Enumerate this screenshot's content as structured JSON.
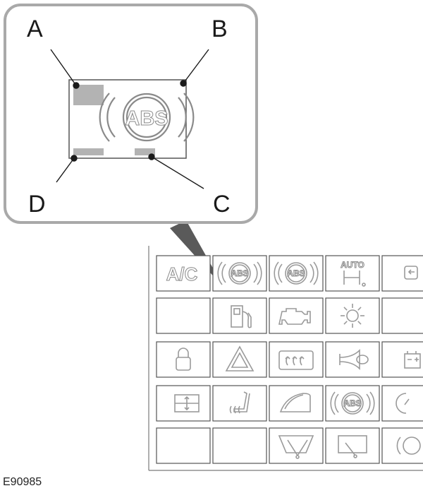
{
  "callouts": {
    "a": "A",
    "b": "B",
    "c": "C",
    "d": "D"
  },
  "labels": {
    "abs": "ABS",
    "ac": "A/C",
    "auto": "AUTO"
  },
  "figure_id": "E90985",
  "colors": {
    "panel_border": "#a9a9a9",
    "warning_lamp_segment": "#b3b3b3",
    "icon_stroke": "#9a9a9a",
    "leader_line": "#1a1a1a"
  },
  "icons": {
    "row1": [
      "ac-icon",
      "abs-icon",
      "abs-icon",
      "auto-4wd-icon",
      "door-ajar-icon"
    ],
    "row2": [
      "blank-tile",
      "fuel-pump-icon",
      "check-engine-icon",
      "exterior-lamp-icon",
      "blank-tile"
    ],
    "row3": [
      "padlock-icon",
      "hazard-triangle-icon",
      "rear-defrost-icon",
      "horn-icon",
      "battery-icon"
    ],
    "row4": [
      "window-lift-icon",
      "heated-seat-icon",
      "windscreen-icon",
      "abs-icon",
      "speed-control-icon"
    ],
    "row5": [
      "blank-tile",
      "blank-tile",
      "front-wiper-icon",
      "rear-wiper-icon",
      "park-brake-icon"
    ]
  }
}
